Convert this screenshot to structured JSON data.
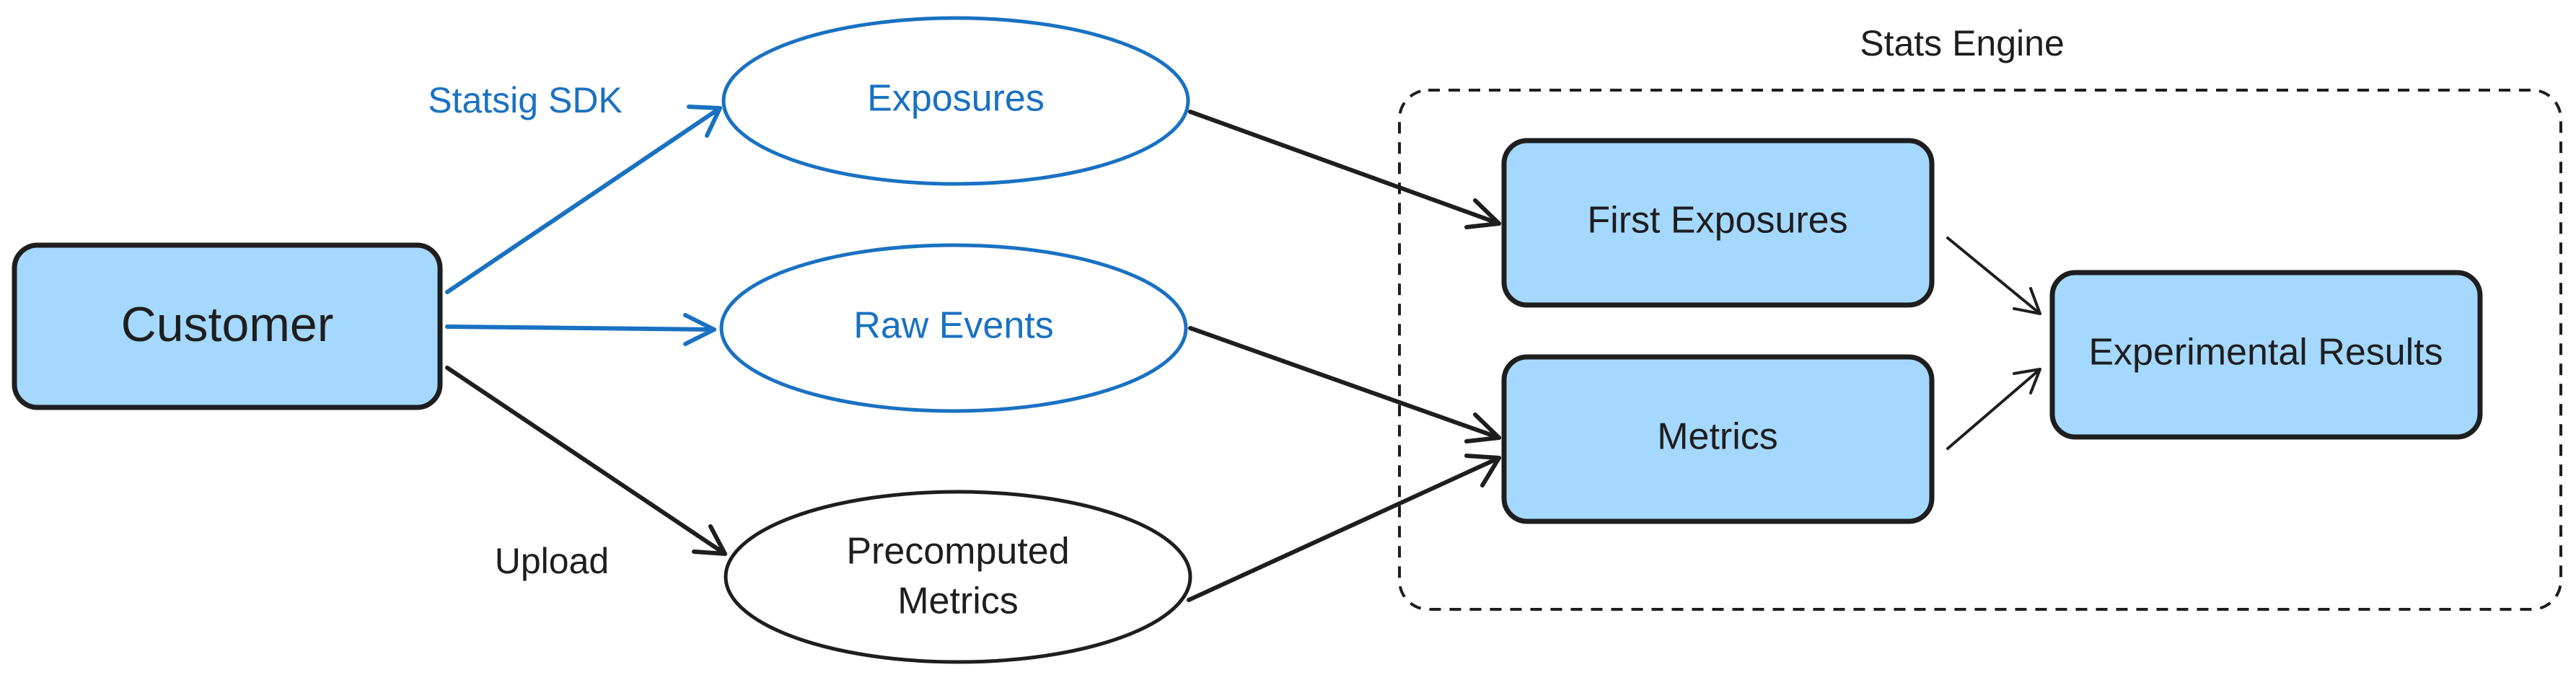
{
  "group": {
    "title": "Stats Engine"
  },
  "labels": {
    "sdk": "Statsig SDK",
    "upload": "Upload"
  },
  "nodes": {
    "customer": "Customer",
    "exposures": "Exposures",
    "raw_events": "Raw Events",
    "precomputed_line1": "Precomputed",
    "precomputed_line2": "Metrics",
    "first_exposures": "First Exposures",
    "metrics": "Metrics",
    "results": "Experimental Results"
  },
  "colors": {
    "node_fill": "#a5d8ff",
    "stroke": "#1e1e1e",
    "accent": "#1971c2",
    "background": "#ffffff"
  }
}
